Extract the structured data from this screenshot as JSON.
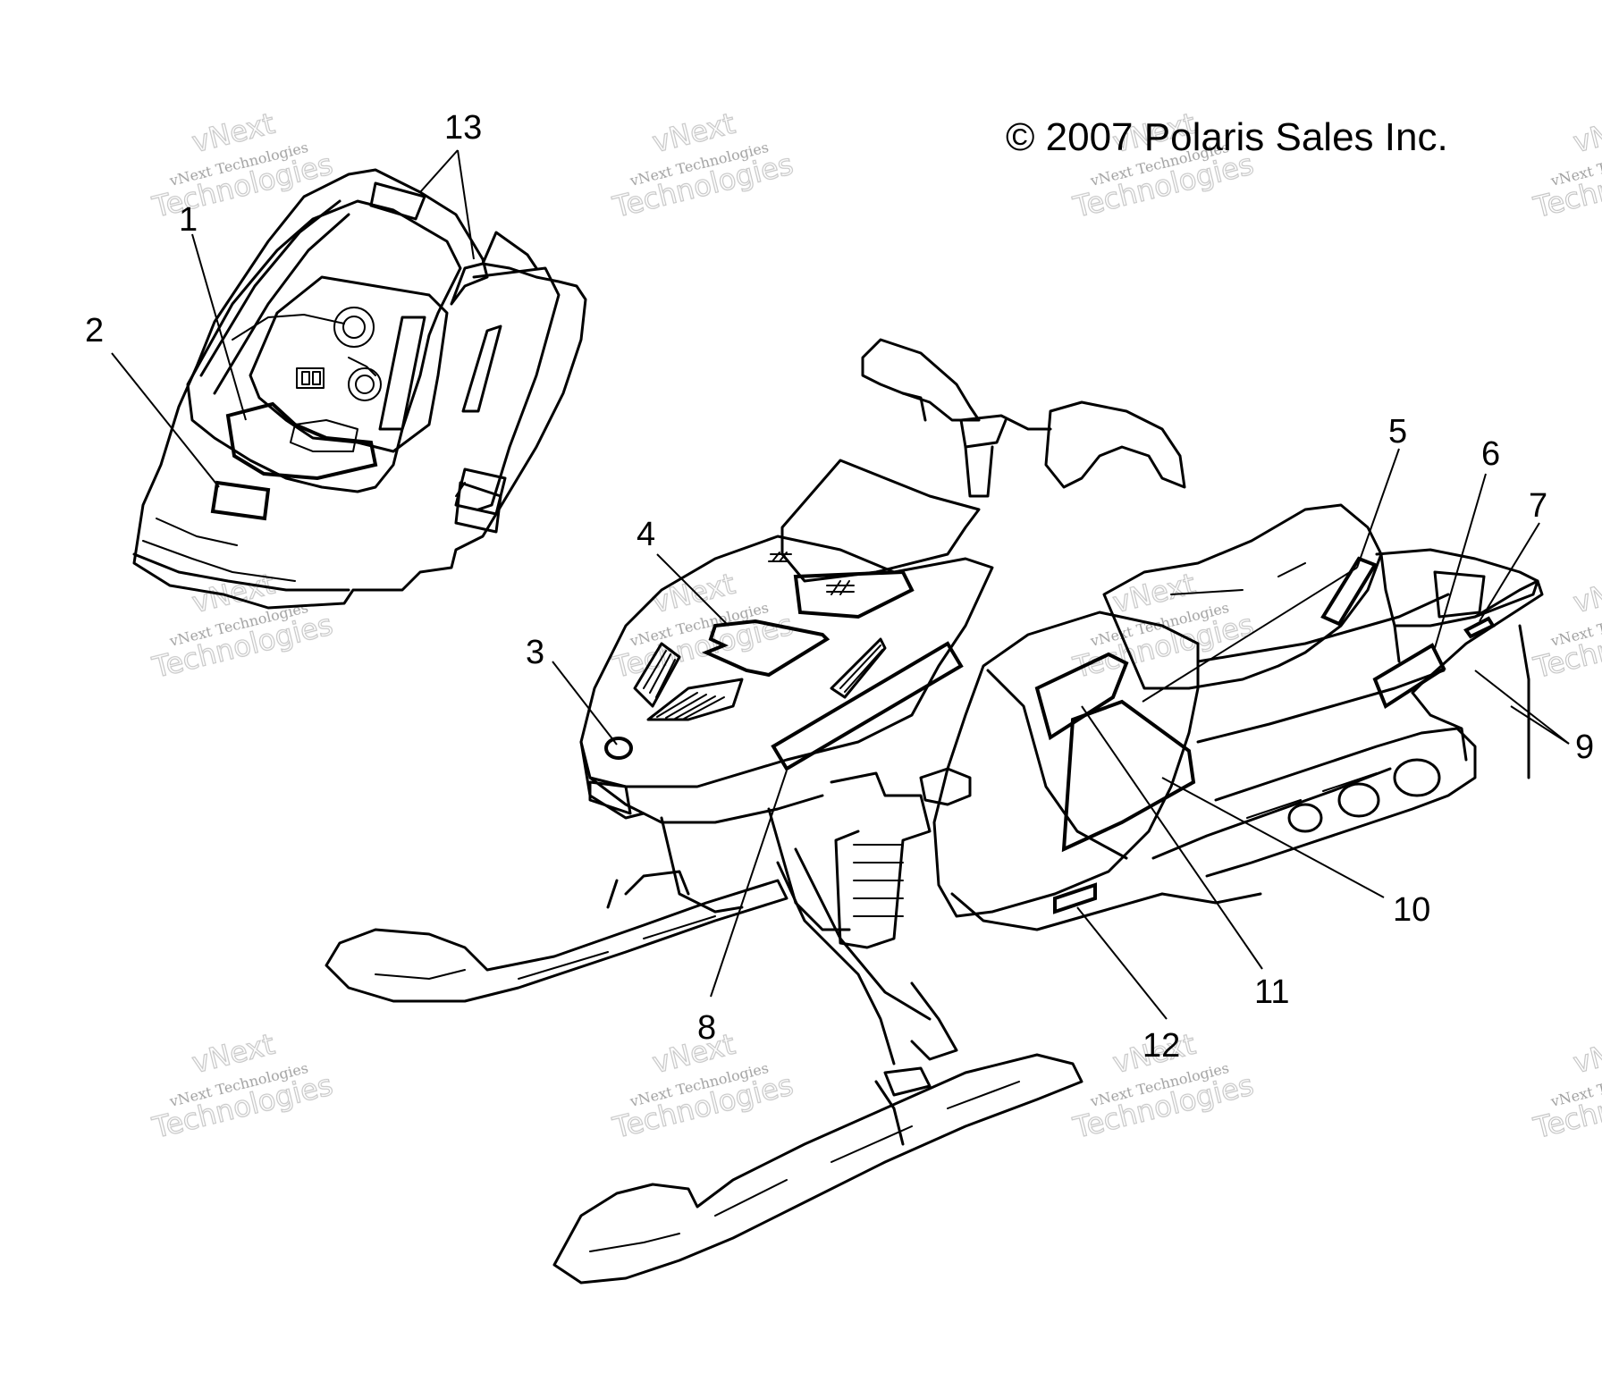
{
  "copyright": "© 2007 Polaris Sales Inc.",
  "watermark": {
    "line1": "vNext",
    "line2": "vNext Technologies",
    "line3": "Technologies"
  },
  "callouts": [
    "1",
    "2",
    "3",
    "4",
    "5",
    "6",
    "7",
    "8",
    "9",
    "10",
    "11",
    "12",
    "13"
  ]
}
